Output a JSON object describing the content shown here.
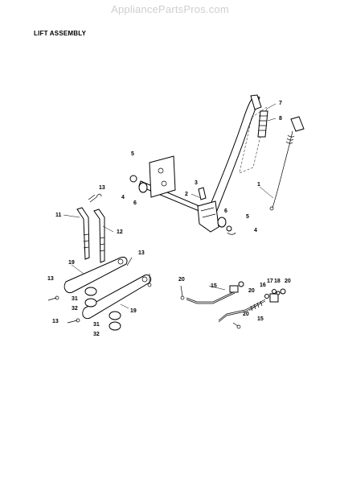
{
  "watermark": "AppliancePartsPros.com",
  "title": "LIFT ASSEMBLY",
  "callouts": {
    "c1": "1",
    "c2": "2",
    "c3": "3",
    "c4a": "4",
    "c4b": "4",
    "c5a": "5",
    "c5b": "5",
    "c6a": "6",
    "c6b": "6",
    "c7": "7",
    "c8": "8",
    "c11": "11",
    "c12": "12",
    "c13a": "13",
    "c13b": "13",
    "c13c": "13",
    "c13d": "13",
    "c15a": "15",
    "c15b": "15",
    "c16": "16",
    "c17": "17",
    "c18": "18",
    "c19a": "19",
    "c19b": "19",
    "c20a": "20",
    "c20b": "20",
    "c20c": "20",
    "c20d": "20",
    "c31a": "31",
    "c31b": "31",
    "c32a": "32",
    "c32b": "32"
  }
}
